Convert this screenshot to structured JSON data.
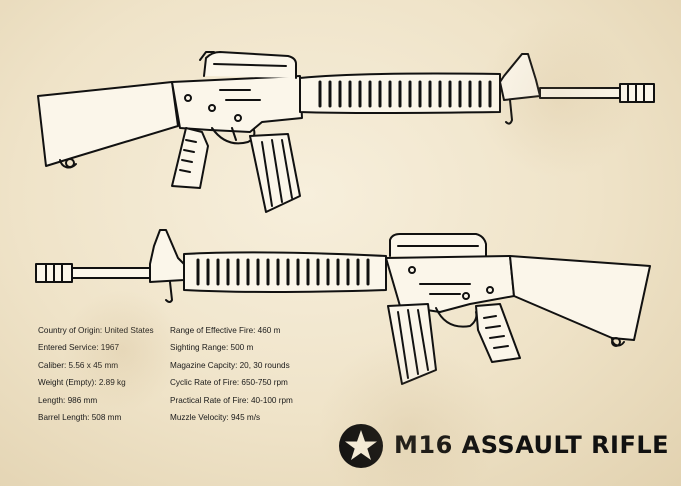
{
  "title": "M16 ASSAULT RIFLE",
  "icons": {
    "badge": "star-in-circle-icon",
    "top_rifle": "rifle-illustration-right-facing",
    "bottom_rifle": "rifle-illustration-left-facing"
  },
  "colors": {
    "ink": "#111111",
    "paper": "#f3e9d2"
  },
  "specs": {
    "left": [
      "Country of Origin: United States",
      "Entered Service: 1967",
      "Caliber: 5.56 x 45 mm",
      "Weight (Empty): 2.89 kg",
      "Length: 986 mm",
      "Barrel Length: 508 mm"
    ],
    "right": [
      "Range of Effective Fire: 460 m",
      "Sighting Range: 500 m",
      "Magazine Capcity: 20, 30 rounds",
      "Cyclic Rate of Fire: 650-750 rpm",
      "Practical Rate of Fire: 40-100 rpm",
      "Muzzle Velocity: 945 m/s"
    ]
  }
}
